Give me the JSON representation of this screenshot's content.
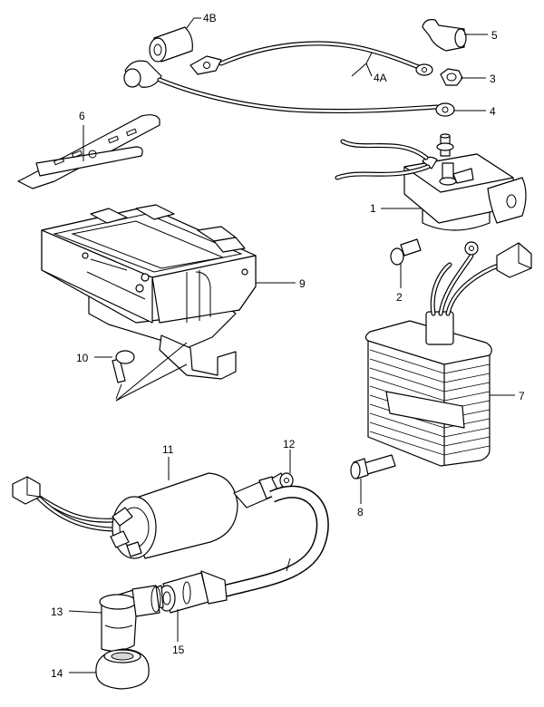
{
  "callouts": {
    "c1": "1",
    "c2": "2",
    "c3": "3",
    "c4": "4",
    "c4a": "4A",
    "c4b": "4B",
    "c5": "5",
    "c6": "6",
    "c7": "7",
    "c8": "8",
    "c9": "9",
    "c10": "10",
    "c11": "11",
    "c12": "12",
    "c13": "13",
    "c14": "14",
    "c15": "15"
  }
}
